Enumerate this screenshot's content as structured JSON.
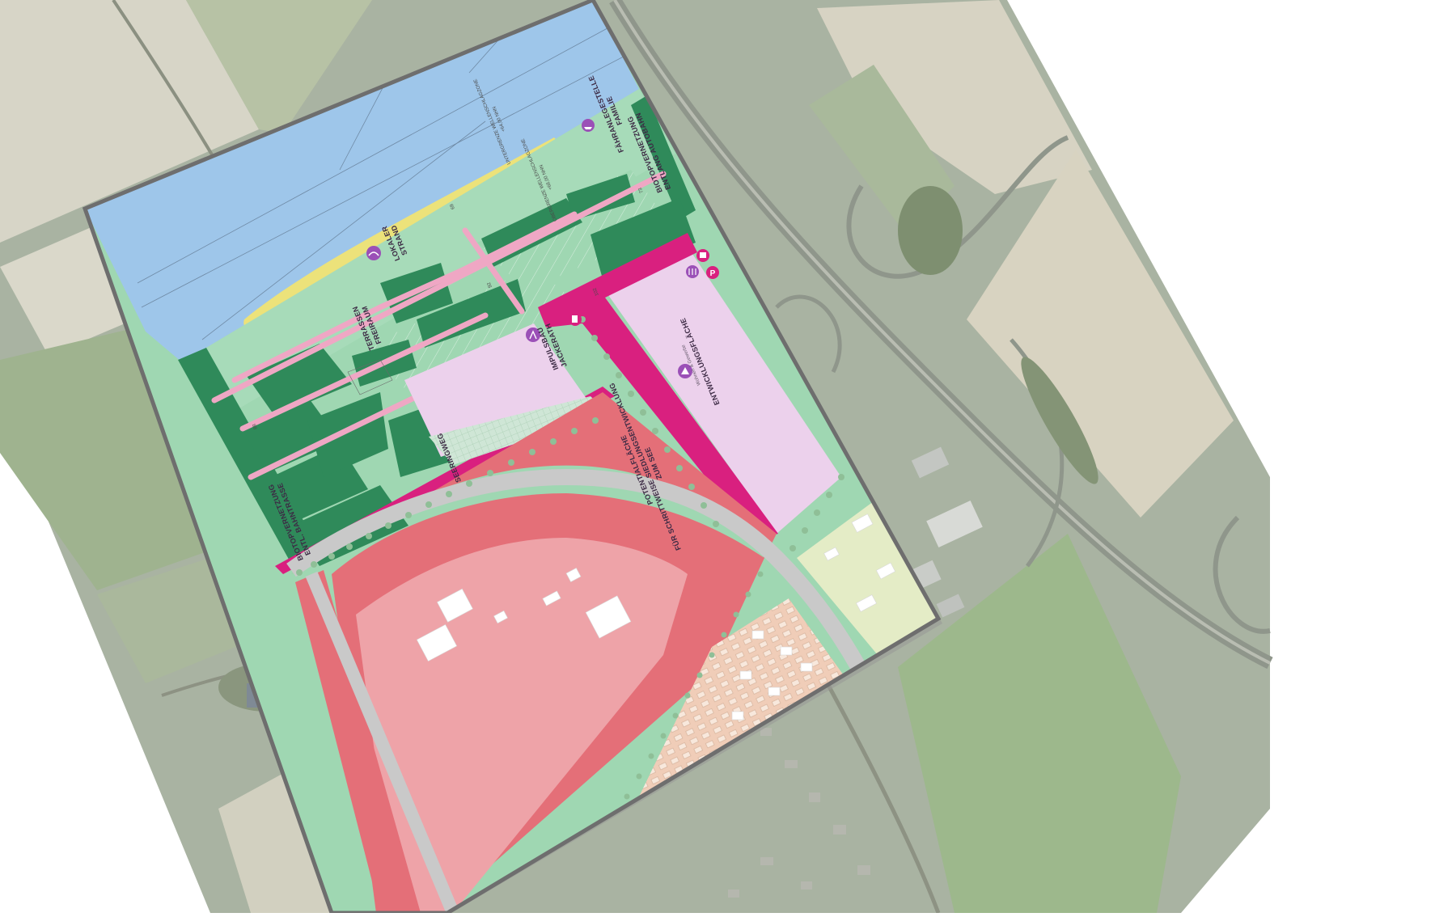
{
  "map": {
    "labels": {
      "lokaler_strand_1": "LOKALER",
      "lokaler_strand_2": "STRAND",
      "terrassen": "TERRASSEN",
      "freiraum": "FREIRAUM",
      "impulsbau_1": "IMPULSBAU",
      "impulsbau_2": "JACKERATH",
      "entwicklungsflaeche": "ENTWICKLUNGSFLÄCHE",
      "entwicklungsflaeche_sub": "Wohnen & Gewerbe",
      "faehranlegestelle_1": "FÄHRANLEGESTELLE",
      "faehranlegestelle_2": "FAMILIE",
      "biotopvernetzung_1": "BIOTOPVERNETZUNG",
      "biotopvernetzung_2": "ENTLANG AUTOBAHN",
      "biotopvernetzung_left_1": "BIOTOPVERNETZUNG",
      "biotopvernetzung_left_2": "ENTL. BAHNTRASSE",
      "seeringweg": "SEERINGWEG",
      "potentialflaeche_1": "POTENTIALFLÄCHE",
      "potentialflaeche_2": "FÜR SCHRITTWEISE SIEDLUNGSENTWICKLUNG",
      "potentialflaeche_3": "ZUM SEE",
      "untergrenze": "UNTERGRENZE WELLENSCHLAGZONE",
      "untergrenze_nhn": "+64,00 NHN",
      "obergrenze": "OBERGRENZE WELLENSCHLAGZONE",
      "obergrenze_nhn": "+68,00 NHN",
      "contour_69": "69",
      "contour_73": "73",
      "contour_88": "88",
      "contour_92": "92",
      "contour_102": "102"
    },
    "icons": [
      "beach-icon",
      "impulse-icon",
      "ferry-icon",
      "gastro-icon",
      "parking-icon",
      "bus-icon",
      "venue-icon",
      "fuel-icon"
    ],
    "colors": {
      "water": "#9ec6ea",
      "beach": "#ece27a",
      "park_light": "#9fd7b2",
      "forest": "#2f8a5a",
      "path_pink": "#efa7c4",
      "magenta": "#d9207f",
      "development": "#ecd1ec",
      "potential_red": "#e46f78",
      "potential_light": "#eea3a8",
      "residential_beige": "#f0cdb8",
      "commercial_green": "#e4ecc6",
      "road": "#c9c9c9",
      "icon_purple": "#9b50b7"
    }
  }
}
